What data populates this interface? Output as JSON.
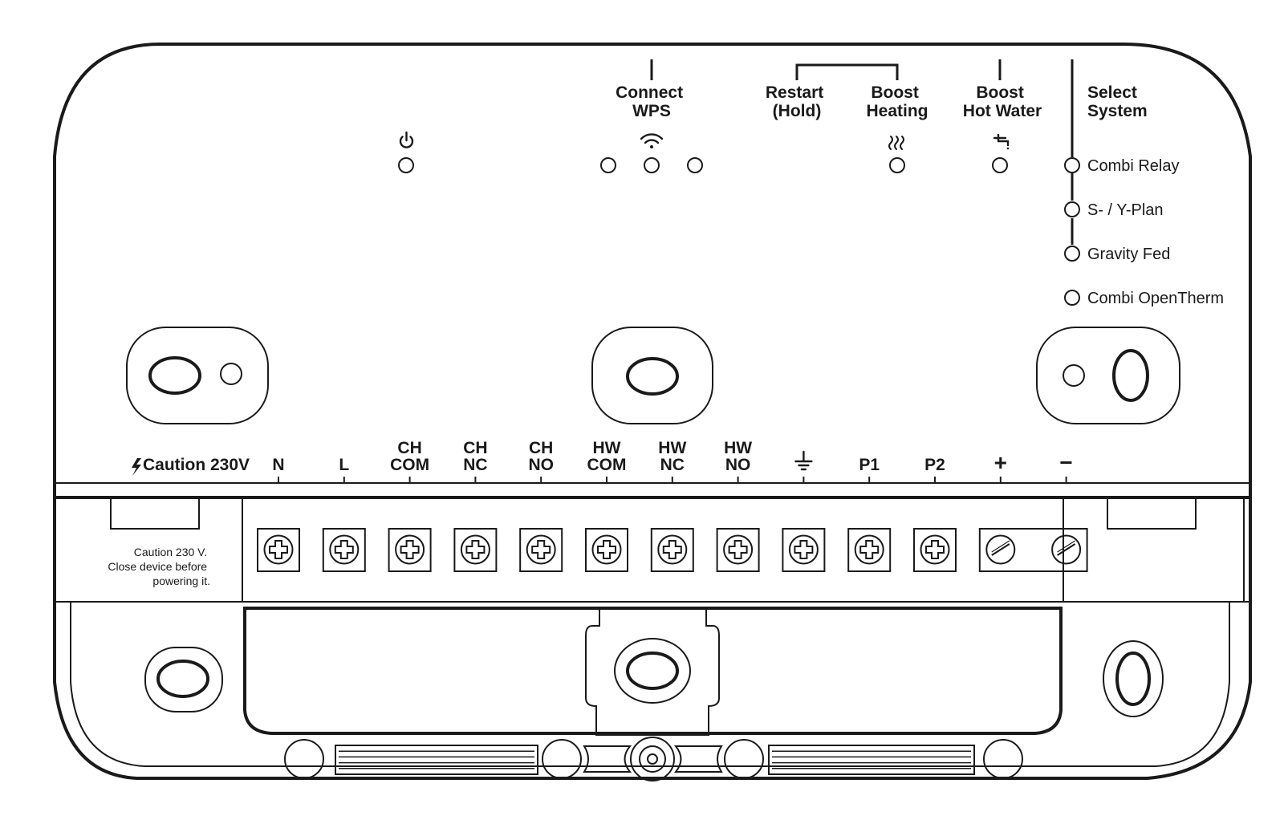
{
  "header": {
    "connect_wps": [
      "Connect",
      "WPS"
    ],
    "restart_hold": [
      "Restart",
      "(Hold)"
    ],
    "boost_heating": [
      "Boost",
      "Heating"
    ],
    "boost_hot_water": [
      "Boost",
      "Hot Water"
    ],
    "select_system": [
      "Select",
      "System"
    ]
  },
  "icons": {
    "power": "power-icon",
    "wifi": "wifi-icon",
    "heating": "heating-icon",
    "tap": "tap-icon"
  },
  "systems": [
    "Combi Relay",
    "S- / Y-Plan",
    "Gravity Fed",
    "Combi OpenTherm"
  ],
  "caution_label": "Caution 230V",
  "terminals": [
    [
      "N"
    ],
    [
      "L"
    ],
    [
      "CH",
      "COM"
    ],
    [
      "CH",
      "NC"
    ],
    [
      "CH",
      "NO"
    ],
    [
      "HW",
      "COM"
    ],
    [
      "HW",
      "NC"
    ],
    [
      "HW",
      "NO"
    ],
    [
      "earth"
    ],
    [
      "P1"
    ],
    [
      "P2"
    ],
    [
      "+"
    ],
    [
      "−"
    ]
  ],
  "caution_note": [
    "Caution 230 V.",
    "Close device before",
    "powering it."
  ],
  "colors": {
    "line": "#1a1a1a",
    "background": "#ffffff"
  }
}
